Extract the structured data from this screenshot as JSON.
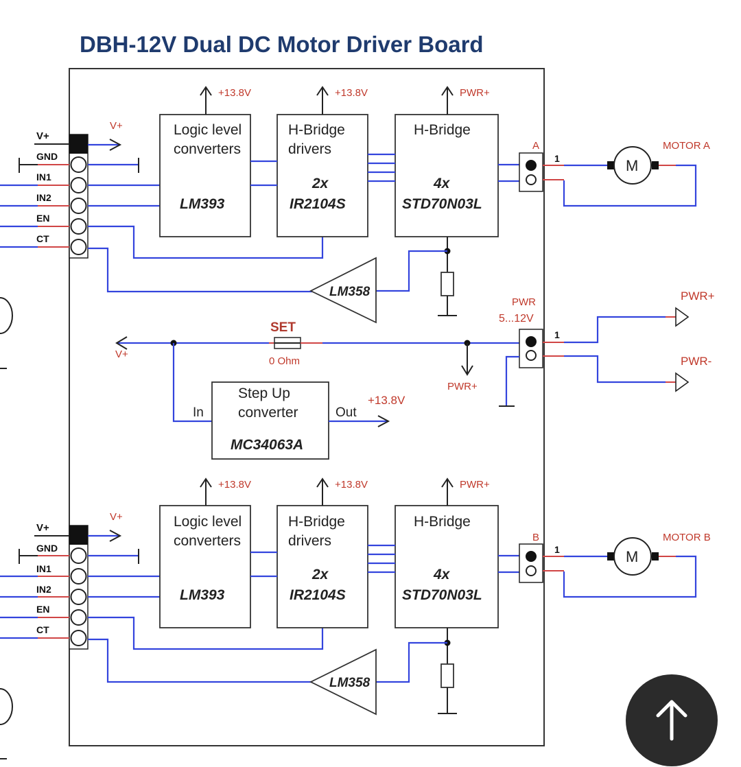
{
  "title": "DBH-12V  Dual DC Motor Driver Board",
  "colors": {
    "wire": "#3344dd",
    "label_red": "#c0392b",
    "title": "#1f3b6e"
  },
  "channels": [
    {
      "header_pins": [
        "V+",
        "GND",
        "IN1",
        "IN2",
        "EN",
        "CT"
      ],
      "vplus": "V+",
      "logic": {
        "title_line1": "Logic level",
        "title_line2": "converters",
        "part": "LM393",
        "supply": "+13.8V"
      },
      "driver": {
        "title_line1": "H-Bridge",
        "title_line2": "drivers",
        "count": "2x",
        "part": "IR2104S",
        "supply": "+13.8V"
      },
      "bridge": {
        "title": "H-Bridge",
        "count": "4x",
        "part": "STD70N03L",
        "supply": "PWR+"
      },
      "amp": "LM358",
      "connector": "A",
      "pin1": "1",
      "motor": "MOTOR A",
      "motor_symbol": "M"
    },
    {
      "header_pins": [
        "V+",
        "GND",
        "IN1",
        "IN2",
        "EN",
        "CT"
      ],
      "vplus": "V+",
      "logic": {
        "title_line1": "Logic level",
        "title_line2": "converters",
        "part": "LM393",
        "supply": "+13.8V"
      },
      "driver": {
        "title_line1": "H-Bridge",
        "title_line2": "drivers",
        "count": "2x",
        "part": "IR2104S",
        "supply": "+13.8V"
      },
      "bridge": {
        "title": "H-Bridge",
        "count": "4x",
        "part": "STD70N03L",
        "supply": "PWR+"
      },
      "amp": "LM358",
      "connector": "B",
      "pin1": "1",
      "motor": "MOTOR B",
      "motor_symbol": "M"
    }
  ],
  "power": {
    "connector_line1": "PWR",
    "connector_line2": "5...12V",
    "pin1": "1",
    "pwr_plus": "PWR+",
    "pwr_minus": "PWR-",
    "set_label": "SET",
    "set_value": "0 Ohm",
    "vplus": "V+",
    "pwr_plus_tap": "PWR+"
  },
  "stepup": {
    "line1": "Step Up",
    "line2": "converter",
    "part": "MC34063A",
    "in": "In",
    "out": "Out",
    "out_voltage": "+13.8V"
  },
  "ui": {
    "scroll_top_icon": "arrow-up-icon"
  }
}
